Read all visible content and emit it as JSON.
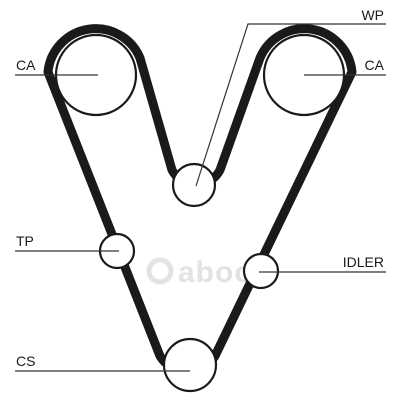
{
  "labels": {
    "ca_left": "CA",
    "ca_right": "CA",
    "wp": "WP",
    "tp": "TP",
    "idler": "IDLER",
    "cs": "CS"
  },
  "watermark": {
    "text": "aboo"
  },
  "colors": {
    "belt": "#1a1a1a",
    "pulley_stroke": "#1a1a1a",
    "leader_line": "#333333",
    "watermark": "#e3e3e3",
    "background": "#ffffff"
  }
}
